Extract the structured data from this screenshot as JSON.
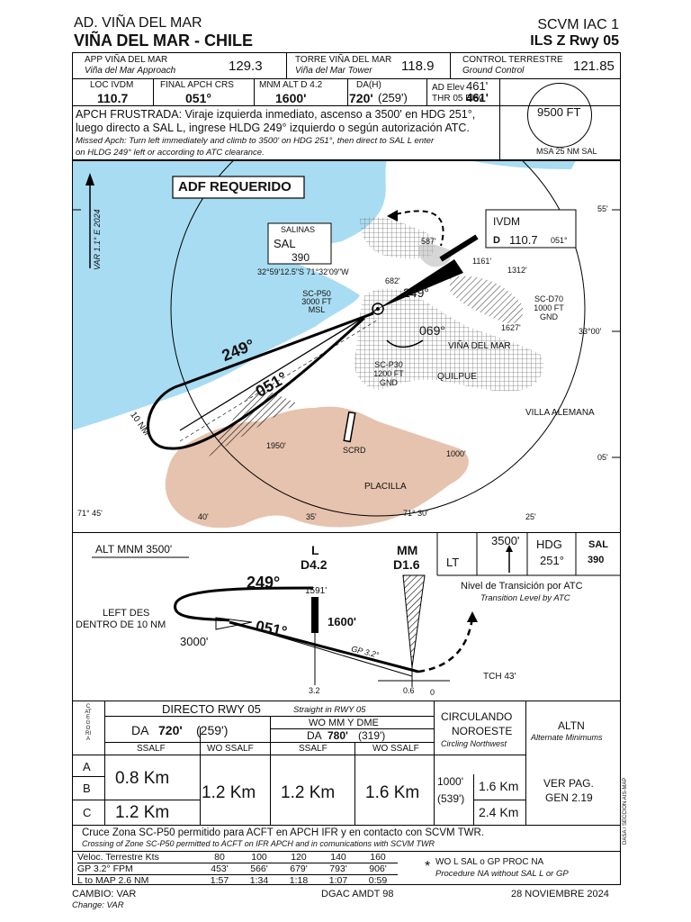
{
  "header": {
    "airport_line": "AD. VIÑA DEL MAR",
    "title": "VIÑA DEL MAR - CHILE",
    "chart_id": "SCVM IAC 1",
    "procedure": "ILS Z Rwy 05"
  },
  "comms": {
    "app_label": "APP VIÑA DEL MAR",
    "app_sub": "Viña del Mar Approach",
    "app_freq": "129.3",
    "twr_label": "TORRE VIÑA DEL MAR",
    "twr_sub": "Viña del Mar Tower",
    "twr_freq": "118.9",
    "gnd_label": "CONTROL TERRESTRE",
    "gnd_sub": "Ground Control",
    "gnd_freq": "121.85"
  },
  "briefing": {
    "loc_label": "LOC IVDM",
    "loc_value": "110.7",
    "crs_label": "FINAL APCH CRS",
    "crs_value": "051°",
    "alt_label": "MNM ALT D 4.2",
    "alt_value": "1600'",
    "da_label": "DA(H)",
    "da_value": "720'",
    "da_h": "(259')",
    "ad_elev_label": "AD Elev",
    "ad_elev": "461'",
    "thr_elev_label": "THR 05 Elev",
    "thr_elev": "461'",
    "msa_value": "9500 FT",
    "msa_label": "MSA 25 NM SAL"
  },
  "missed": {
    "es_line1": "APCH FRUSTRADA: Viraje izquierda inmediato, ascenso a 3500' en HDG 251°,",
    "es_line2": "luego directo a SAL L, ingrese HLDG 249° izquierdo o según autorización ATC.",
    "en_line1": "Missed Apch: Turn left immediately and climb to 3500' on HDG 251°, then direct to SAL L enter",
    "en_line2": "on HLDG 249° left or according to ATC clearance."
  },
  "plan": {
    "adf_required": "ADF REQUERIDO",
    "var": "VAR 1.1° E 2024",
    "salinas_name": "SALINAS",
    "salinas_ident": "SAL",
    "salinas_freq": "390",
    "salinas_coords": "32°59'12.5\"S 71°32'09\"W",
    "ivdm_ident": "IVDM",
    "ivdm_freq": "110.7",
    "ivdm_crs": "051°",
    "ivdm_d": "D",
    "sc_p50": [
      "SC-P50",
      "3000 FT",
      "MSL"
    ],
    "sc_p30": [
      "SC-P30",
      "1200 FT",
      "GND"
    ],
    "sc_d70": [
      "SC-D70",
      "1000 FT",
      "GND"
    ],
    "towns": [
      "VIÑA DEL MAR",
      "QUILPUE",
      "VILLA ALEMANA",
      "PLACILLA",
      "SCRD"
    ],
    "spot_elevs": [
      "587'",
      "682'",
      "1161'",
      "1312'",
      "1627'",
      "1950'",
      "1000'"
    ],
    "hold_course": "249°",
    "final_course": "051°",
    "missed_hdg_a": "249°",
    "missed_hdg_b": "069°",
    "range_ring": "10 NM",
    "lat_ticks": [
      "55'",
      "33°00'",
      "05'"
    ],
    "lon_ticks": [
      "71° 45'",
      "40'",
      "35'",
      "71° 30'",
      "25'"
    ]
  },
  "profile": {
    "alt_mnm": "ALT MNM  3500'",
    "fix_l": "L",
    "fix_l_d": "D4.2",
    "fix_mm": "MM",
    "fix_mm_d": "D1.6",
    "ma_lt": "LT",
    "ma_alt": "3500'",
    "ma_hdg_label": "HDG",
    "ma_hdg": "251°",
    "ma_sal": "SAL",
    "ma_sal_freq": "390",
    "trans_es": "Nivel de Transición por ATC",
    "trans_en": "Transition Level by ATC",
    "hold_crs": "249°",
    "final_crs": "051°",
    "elev_1591": "1591'",
    "alt_1600": "1600'",
    "alt_3000": "3000'",
    "left_des_1": "LEFT DES",
    "left_des_2": "DENTRO DE 10 NM",
    "gp": "GP 3.2°",
    "tch": "TCH 43'",
    "dist_32": "3.2",
    "dist_06": "0.6",
    "dist_0": "0"
  },
  "minima": {
    "cat_label": "CATEGORIA",
    "directo": "DIRECTO  RWY 05",
    "directo_en": "Straight in RWY 05",
    "wo_mm_dme": "WO MM Y DME",
    "da1": "DA",
    "da1_val": "720'",
    "da1_h": "(259')",
    "da2": "DA",
    "da2_val": "780'",
    "da2_h": "(319')",
    "ssalf": "SSALF",
    "wo_ssalf": "WO SSALF",
    "circ": "CIRCULANDO",
    "circ2": "NOROESTE",
    "circ_en": "Circling Northwest",
    "altn": "ALTN",
    "altn_en": "Alternate Minimums",
    "cats": [
      "A",
      "B",
      "C"
    ],
    "vis_ab": "0.8 Km",
    "vis_c": "1.2 Km",
    "vis_wo1": "1.2 Km",
    "vis_ss2": "1.2 Km",
    "vis_wo2": "1.6 Km",
    "circ_alt": "1000'",
    "circ_h": "(539')",
    "circ_vis_ab": "1.6 Km",
    "circ_vis_c": "2.4 Km",
    "ver_pag": "VER PAG.",
    "gen": "GEN 2.19",
    "side_note": "DASA / SECCION AIS-MAP"
  },
  "notes": {
    "crossing_es": "Cruce Zona SC-P50 permitido para ACFT en APCH IFR y en contacto con SCVM TWR.",
    "crossing_en": "Crossing of Zone SC-P50 permitted to ACFT on IFR APCH and in comunications with SCVM TWR"
  },
  "speed_table": {
    "headers": [
      "Veloc. Terrestre Kts",
      "80",
      "100",
      "120",
      "140",
      "160"
    ],
    "rows": [
      [
        "GP 3.2° FPM",
        "453'",
        "566'",
        "679'",
        "793'",
        "906'"
      ],
      [
        "L  to  MAP  2.6 NM",
        "1:57",
        "1:34",
        "1:18",
        "1:07",
        "0:59"
      ]
    ],
    "note_star": "*",
    "note_es": "WO L SAL o GP PROC NA",
    "note_en": "Procedure NA without SAL L or GP"
  },
  "footer": {
    "cambio": "CAMBIO:  VAR",
    "change": "Change: VAR",
    "amdt": "DGAC  AMDT 98",
    "date": "28 NOVIEMBRE 2024"
  },
  "colors": {
    "sea": "#a8dcf2",
    "terrain": "#e6c3ae",
    "urban": "#bdbdbd"
  }
}
